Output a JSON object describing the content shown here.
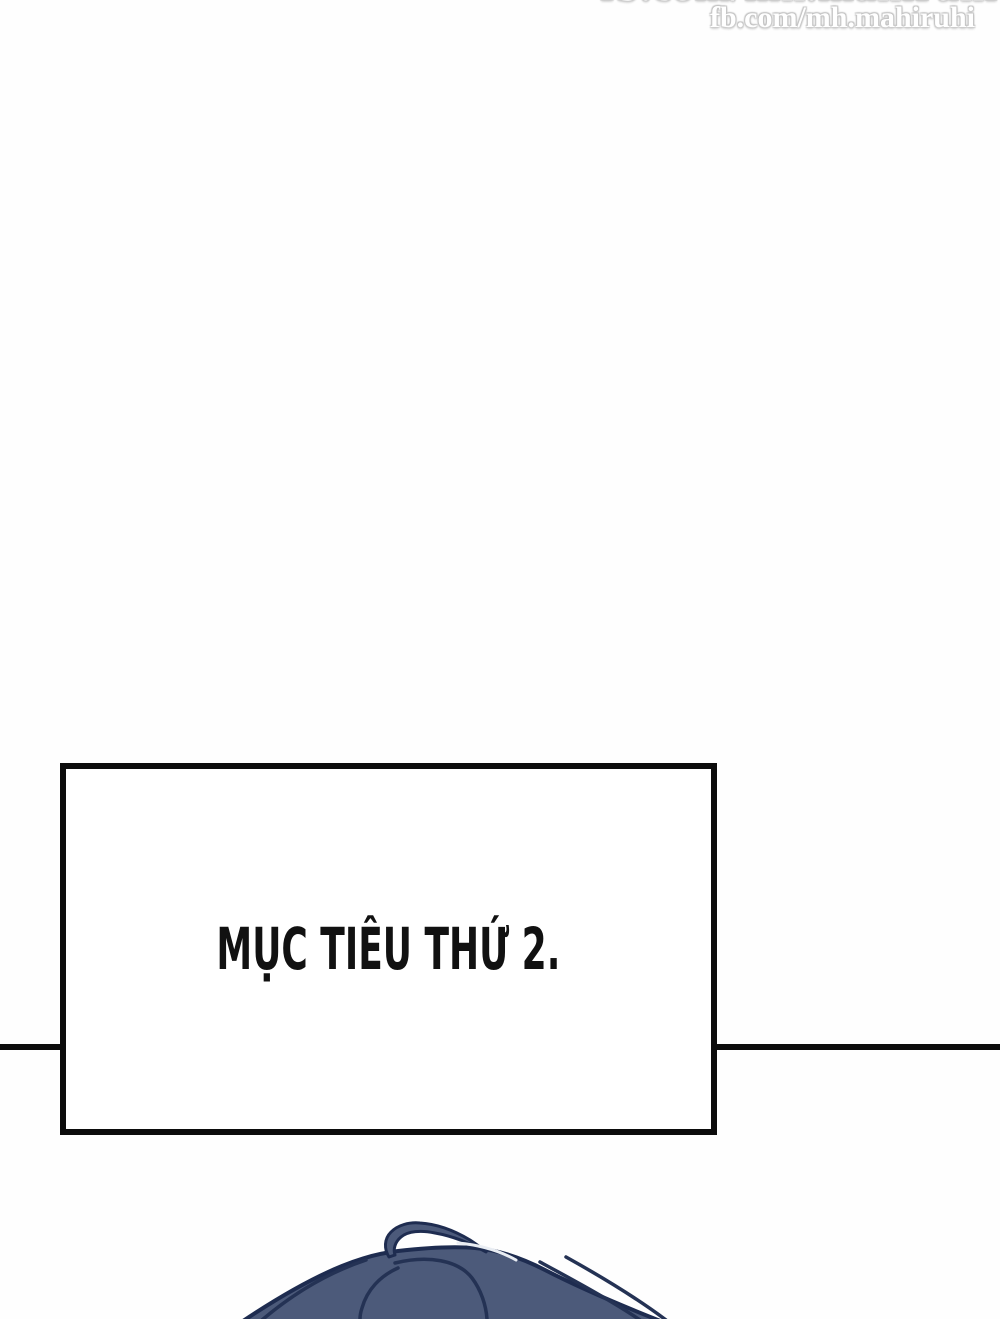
{
  "watermark": {
    "clipped_text": "fb.com/mh.mahiruhi",
    "url_text": "fb.com/mh.mahiruhi"
  },
  "panel": {
    "caption": "MỤC TIÊU THỨ 2."
  },
  "artwork": {
    "description": "top-of-head-navy-hair"
  },
  "colors": {
    "ink": "#0c0c0c",
    "background": "#fefefe",
    "hair_fill": "#4c5a7a",
    "hair_outline": "#1e2c50",
    "hair_highlight": "#e9edf3",
    "watermark_fill": "#ffffff",
    "watermark_outline": "#c6c6c6"
  }
}
